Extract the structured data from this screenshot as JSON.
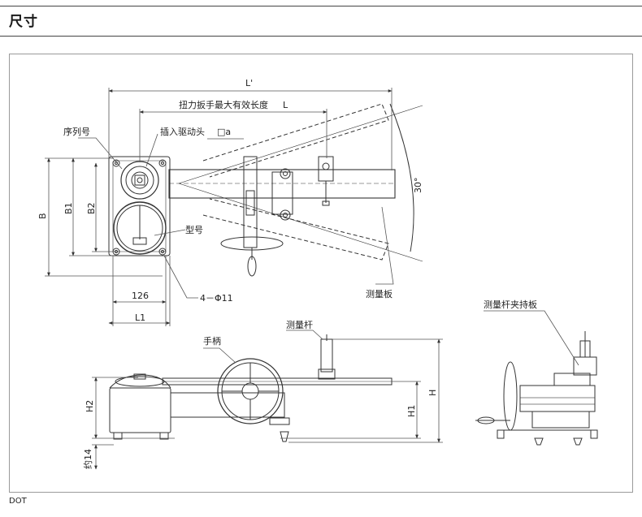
{
  "header": {
    "title": "尺寸"
  },
  "footer": {
    "code": "DOT"
  },
  "labels": {
    "l_prime": "L'",
    "max_effective_length": "扭力扳手最大有效长度",
    "L": "L",
    "serial_number": "序列号",
    "drive_head": "插入驱动头",
    "square_a": "□a",
    "B": "B",
    "B1": "B1",
    "B2": "B2",
    "model": "型号",
    "dim_126": "126",
    "holes": "4－Φ11",
    "L1": "L1",
    "measuring_plate": "测量板",
    "angle_30": "30°",
    "handle": "手柄",
    "measuring_rod": "测量杆",
    "rod_clamp_plate": "测量杆夹持板",
    "H": "H",
    "H1": "H1",
    "H2": "H2",
    "approx_14": "约14"
  },
  "colors": {
    "line": "#333333",
    "dim": "#555555",
    "frame": "#9a9a9a"
  }
}
